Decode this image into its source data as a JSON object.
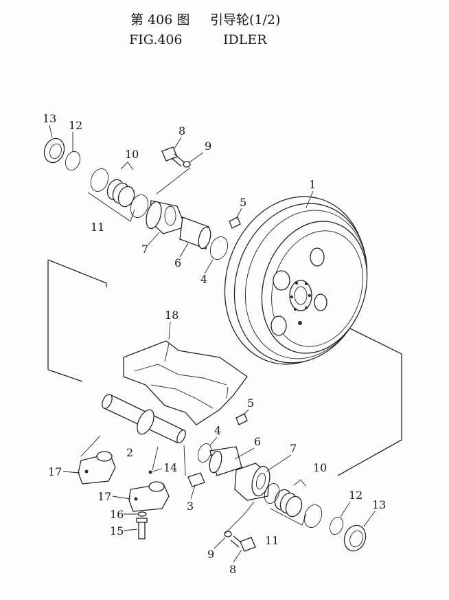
{
  "header": {
    "cn_figure": "第 406 图",
    "cn_name": "引导轮(1/2)",
    "en_figure": "FIG.406",
    "en_name": "IDLER"
  },
  "callouts": {
    "c1": "1",
    "c2": "2",
    "c3": "3",
    "c4": "4",
    "c4b": "4",
    "c5": "5",
    "c5b": "5",
    "c6": "6",
    "c6b": "6",
    "c7": "7",
    "c7b": "7",
    "c8": "8",
    "c8b": "8",
    "c9": "9",
    "c9b": "9",
    "c10": "10",
    "c10b": "10",
    "c11": "11",
    "c11b": "11",
    "c12": "12",
    "c12b": "12",
    "c13": "13",
    "c13b": "13",
    "c14": "14",
    "c15": "15",
    "c16": "16",
    "c17": "17",
    "c17b": "17",
    "c18": "18"
  }
}
